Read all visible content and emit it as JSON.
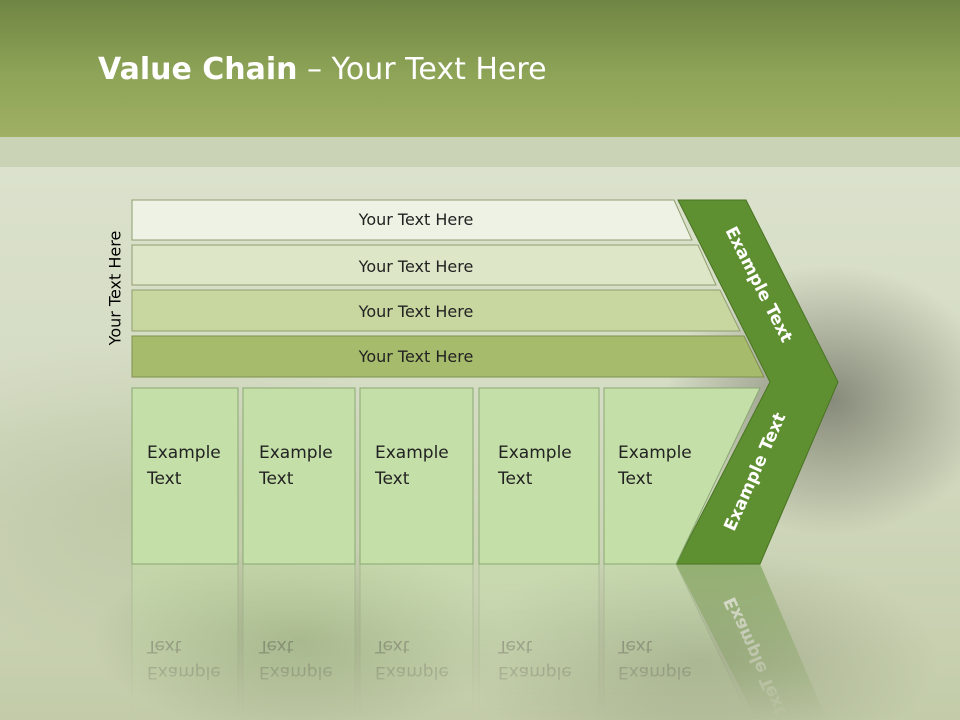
{
  "title": {
    "bold": "Value Chain",
    "rest": " – Your Text Here"
  },
  "side_label": "Your Text Here",
  "bars": [
    "Your Text Here",
    "Your Text Here",
    "Your Text Here",
    "Your Text Here"
  ],
  "boxes": [
    {
      "line1": "Example",
      "line2": "Text"
    },
    {
      "line1": "Example",
      "line2": "Text"
    },
    {
      "line1": "Example",
      "line2": "Text"
    },
    {
      "line1": "Example",
      "line2": "Text"
    },
    {
      "line1": "Example",
      "line2": "Text"
    }
  ],
  "chevron": {
    "top_label": "Example Text",
    "bottom_label": "Example Text"
  },
  "colors": {
    "header": "#8ea457",
    "chevron": "#5e8f30",
    "box_fill": "#c4dfa8",
    "bar_fills": [
      "#eef2e4",
      "#dde6c6",
      "#c8d6a0",
      "#a7bb6c"
    ]
  }
}
